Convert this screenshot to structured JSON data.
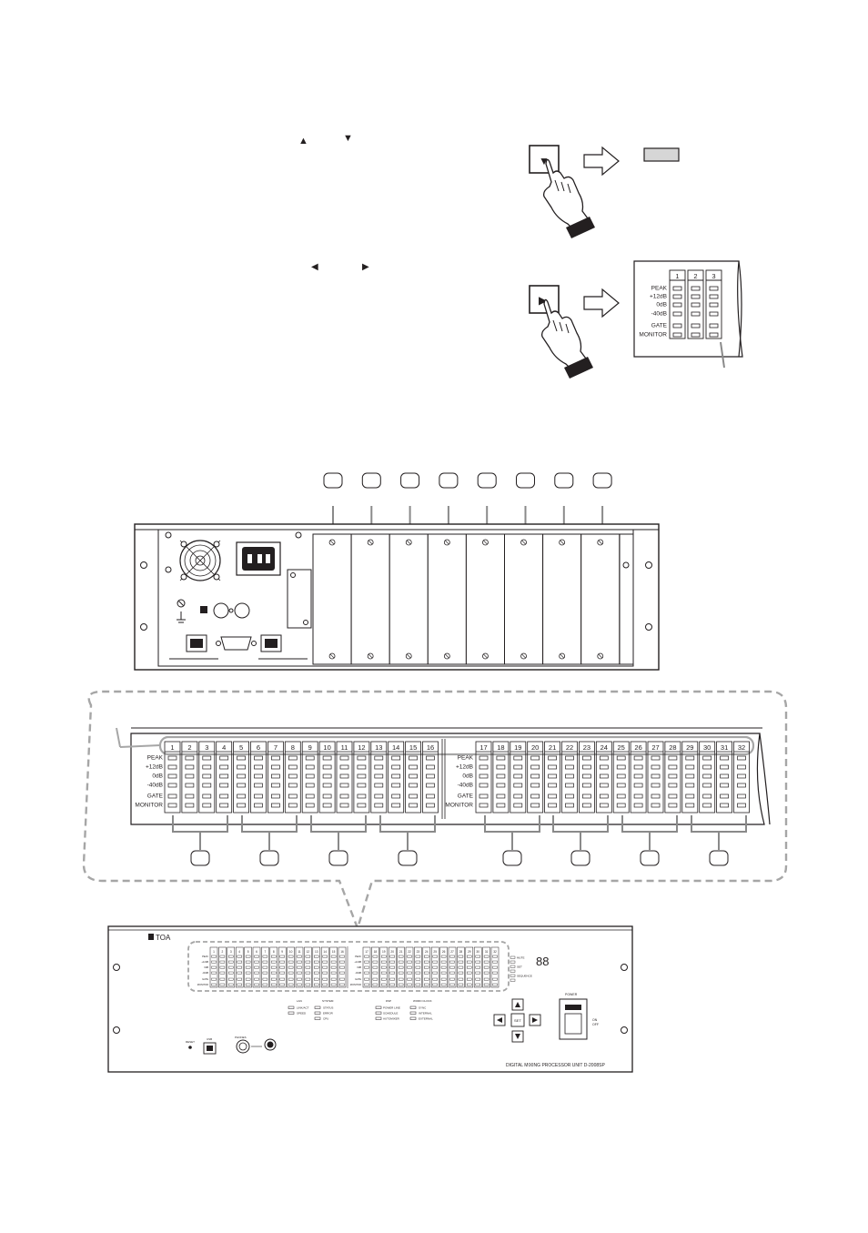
{
  "step_up_down": {
    "up_arrow": "▲",
    "down_arrow": "▼",
    "button_symbol": "▼"
  },
  "step_left_right": {
    "left_arrow": "◀",
    "right_arrow": "▶",
    "button_symbol": "▶"
  },
  "meter_inset": {
    "channels": [
      "1",
      "2",
      "3"
    ],
    "rows": [
      "PEAK",
      "+12dB",
      "0dB",
      "-40dB",
      "GATE",
      "MONITOR"
    ]
  },
  "rear_panel": {
    "slot_count": 8
  },
  "meter_panel": {
    "rows": [
      "PEAK",
      "+12dB",
      "0dB",
      "-40dB",
      "GATE",
      "MONITOR"
    ],
    "channels": [
      "1",
      "2",
      "3",
      "4",
      "5",
      "6",
      "7",
      "8",
      "9",
      "10",
      "11",
      "12",
      "13",
      "14",
      "15",
      "16",
      "17",
      "18",
      "19",
      "20",
      "21",
      "22",
      "23",
      "24",
      "25",
      "26",
      "27",
      "28",
      "29",
      "30",
      "31",
      "32"
    ],
    "group_count": 8
  },
  "front_panel": {
    "brand": "TOA",
    "model": "DIGITAL MIXING PROCESSOR UNIT D-2008SP",
    "power_label": "POWER",
    "on_label": "ON",
    "off_label": "OFF",
    "set_label": "SET",
    "phones_label": "PHONES",
    "usb_label": "USB",
    "reset_label": "RESET",
    "lan_title": "LAN",
    "lan_items": [
      "LINK/ACT",
      "SPEED"
    ],
    "system_title": "SYSTEM",
    "system_items": [
      "STATUS",
      "ERROR",
      "CPU"
    ],
    "dsp_title": "DSP",
    "dsp_items": [
      "POWER LINE",
      "SCHEDULE",
      "AUTOMIXER"
    ],
    "clock_title": "WORD CLOCK",
    "clock_items": [
      "SYNC",
      "INTERNAL",
      "EXTERNAL"
    ],
    "status_items": [
      "MUTE",
      "SET",
      "SEQUENCE"
    ]
  }
}
